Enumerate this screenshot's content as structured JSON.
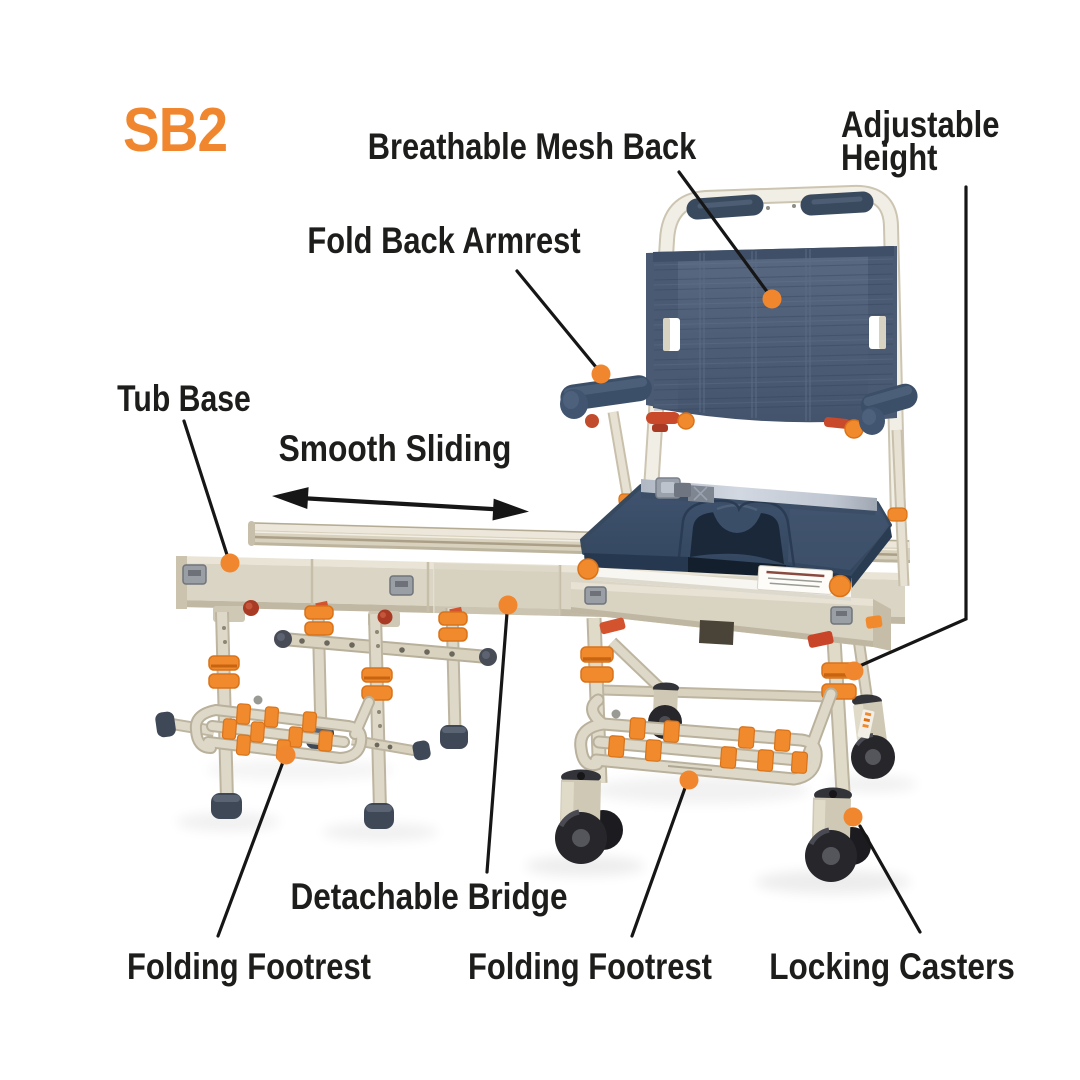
{
  "product": {
    "model": "SB2"
  },
  "callouts": {
    "mesh_back": "Breathable Mesh Back",
    "adjustable_height": "Adjustable Height",
    "fold_back_armrest": "Fold Back Armrest",
    "tub_base": "Tub Base",
    "smooth_sliding": "Smooth Sliding",
    "detachable_bridge": "Detachable Bridge",
    "folding_footrest_left": "Folding Footrest",
    "folding_footrest_right": "Folding Footrest",
    "locking_casters": "Locking Casters"
  },
  "colors": {
    "accent_orange": "#f0872e",
    "label_text": "#1d1d1b",
    "leader_line": "#161616",
    "frame_beige": "#ddd7c7",
    "mesh_navy": "#47566f",
    "seat_navy": "#334659",
    "background": "#ffffff"
  }
}
